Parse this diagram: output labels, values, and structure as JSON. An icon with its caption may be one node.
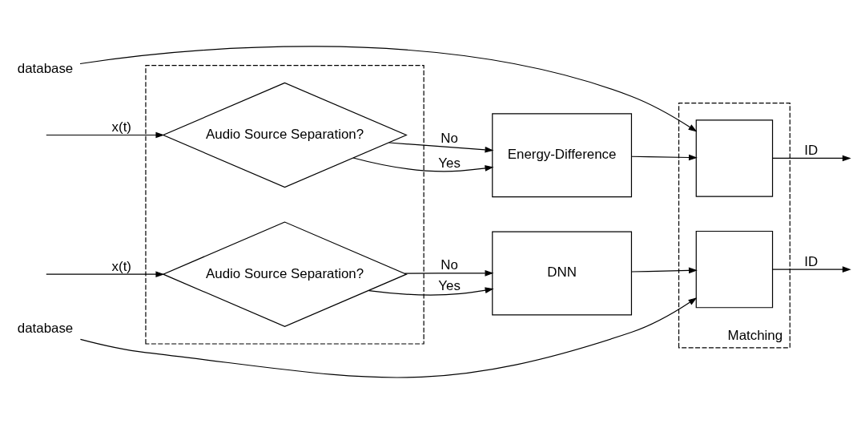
{
  "diagram": {
    "nodes": [
      {
        "text": [
          "database"
        ]
      },
      {
        "text": [],
        "shape": "box"
      },
      {
        "text": [
          "Audio Source Separation?"
        ],
        "in": 1
      },
      {
        "text": [
          "Audio Source Separation?"
        ],
        "in": 1
      },
      {
        "text": [
          "Energy-Difference"
        ]
      },
      {
        "text": [
          "DNN"
        ]
      },
      {
        "text": [
          "Matching"
        ]
      },
      {
        "text": [],
        "shape": "box",
        "in": 6
      },
      {
        "text": [],
        "shape": "box",
        "in": 6
      },
      {
        "text": [
          "database"
        ]
      }
    ],
    "edges": [
      {
        "from": null,
        "to": 2,
        "arrow": "to",
        "label": "x(t)"
      },
      {
        "from": null,
        "to": 3,
        "arrow": "to",
        "label": "x(t)"
      },
      {
        "from": 2,
        "to": 4,
        "arrow": "to",
        "label": "No"
      },
      {
        "from": 2,
        "to": 4,
        "arrow": "to",
        "label": "Yes"
      },
      {
        "from": 3,
        "to": 5,
        "arrow": "to",
        "label": "No"
      },
      {
        "from": 3,
        "to": 5,
        "arrow": "to",
        "label": "Yes"
      },
      {
        "from": 4,
        "to": 7,
        "arrow": "to"
      },
      {
        "from": 5,
        "to": 8,
        "arrow": "to"
      },
      {
        "from": 0,
        "to": 7,
        "arrow": "to"
      },
      {
        "from": 9,
        "to": 8,
        "arrow": "to"
      },
      {
        "from": 7,
        "to": null,
        "arrow": "to",
        "label": "ID"
      },
      {
        "from": 8,
        "to": null,
        "arrow": "to",
        "label": "ID"
      }
    ]
  }
}
